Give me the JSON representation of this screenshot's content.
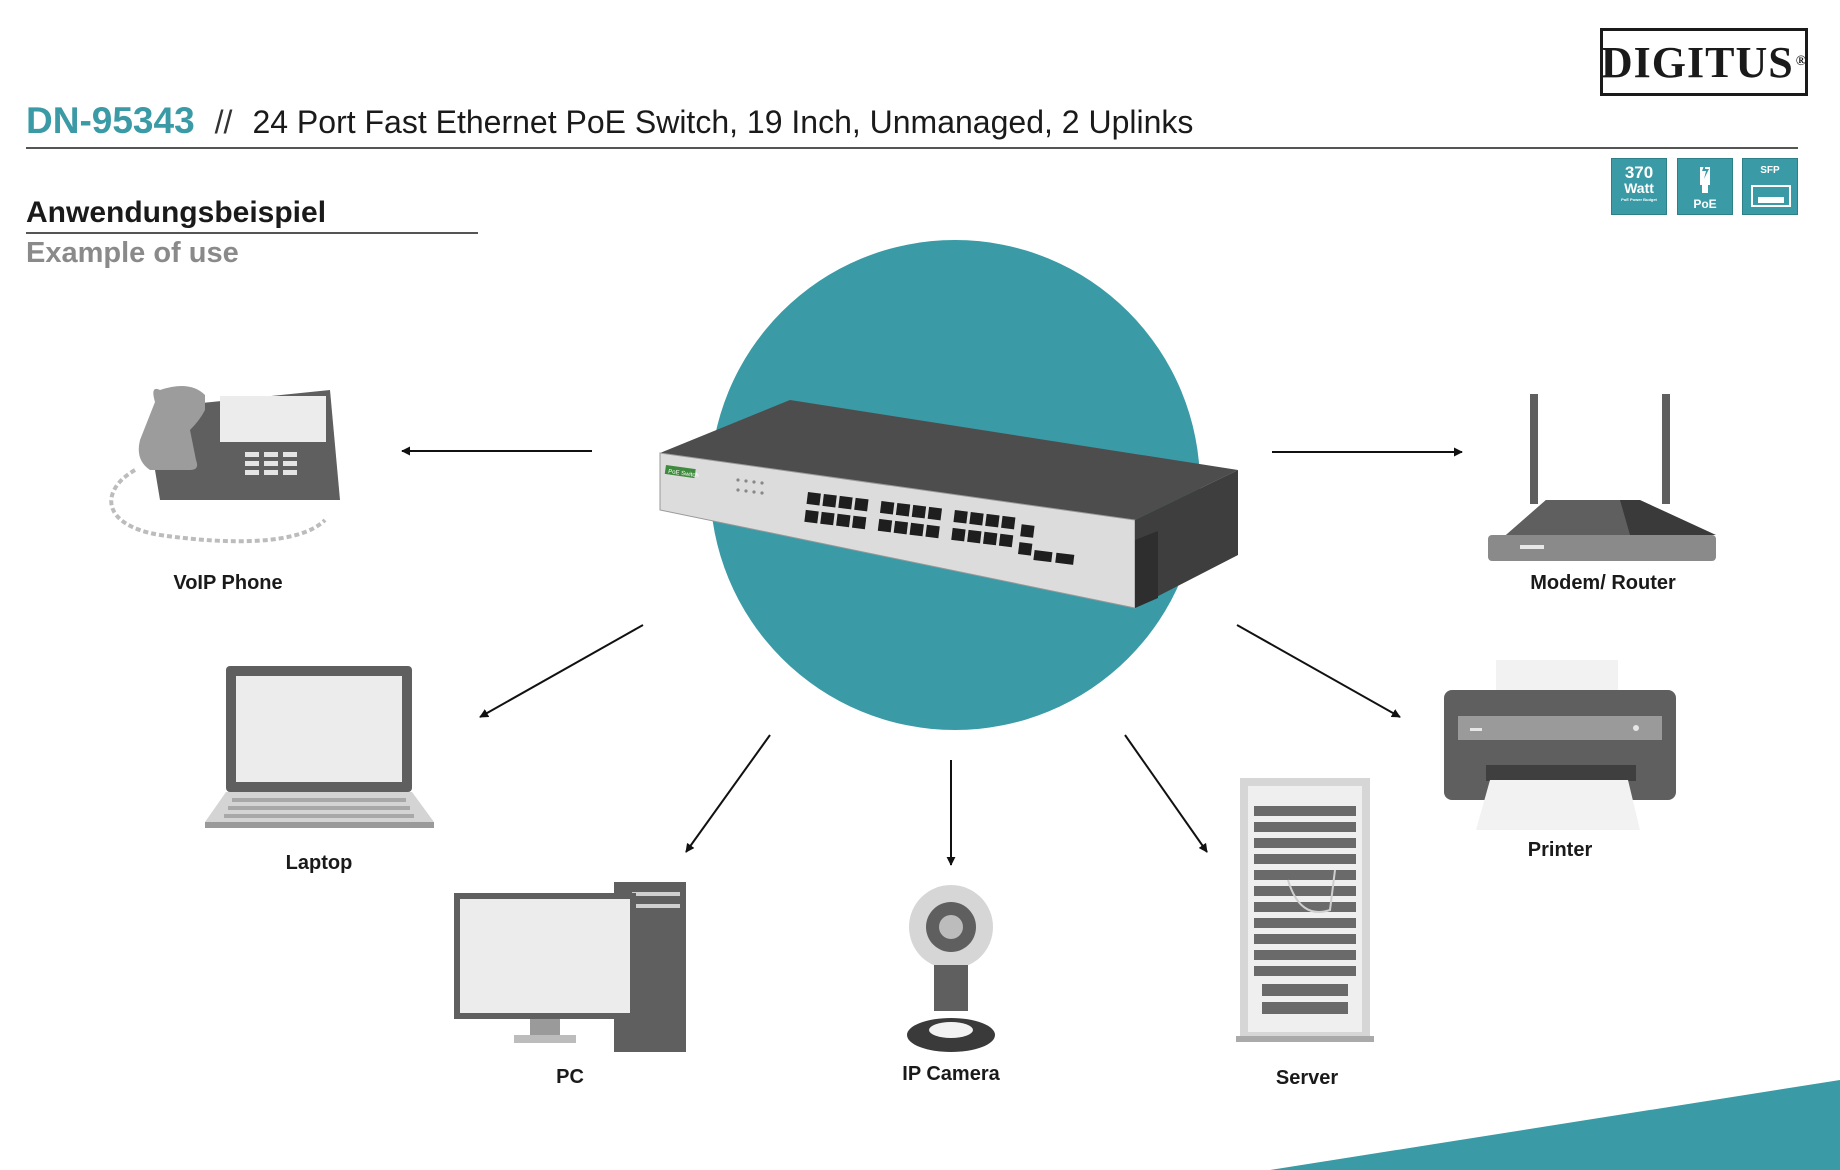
{
  "brand": {
    "name": "DIGITUS",
    "mark": "®"
  },
  "header": {
    "product_code": "DN-95343",
    "separator": "//",
    "product_title": "24 Port Fast Ethernet PoE Switch, 19 Inch, Unmanaged, 2 Uplinks"
  },
  "badges": [
    {
      "value": "370",
      "unit": "Watt",
      "caption": "PoE Power Budget"
    },
    {
      "label": "PoE"
    },
    {
      "label": "SFP"
    }
  ],
  "section": {
    "title_de": "Anwendungsbeispiel",
    "title_en": "Example of use"
  },
  "devices": {
    "voip": "VoIP Phone",
    "laptop": "Laptop",
    "pc": "PC",
    "camera": "IP Camera",
    "server": "Server",
    "printer": "Printer",
    "router": "Modem/ Router"
  },
  "switch": {
    "front_label": "PoE Switch"
  },
  "colors": {
    "accent": "#3a9aa5",
    "device_dark": "#5f5f5f",
    "device_mid": "#9a9a9a",
    "device_light": "#e8e8e8"
  }
}
